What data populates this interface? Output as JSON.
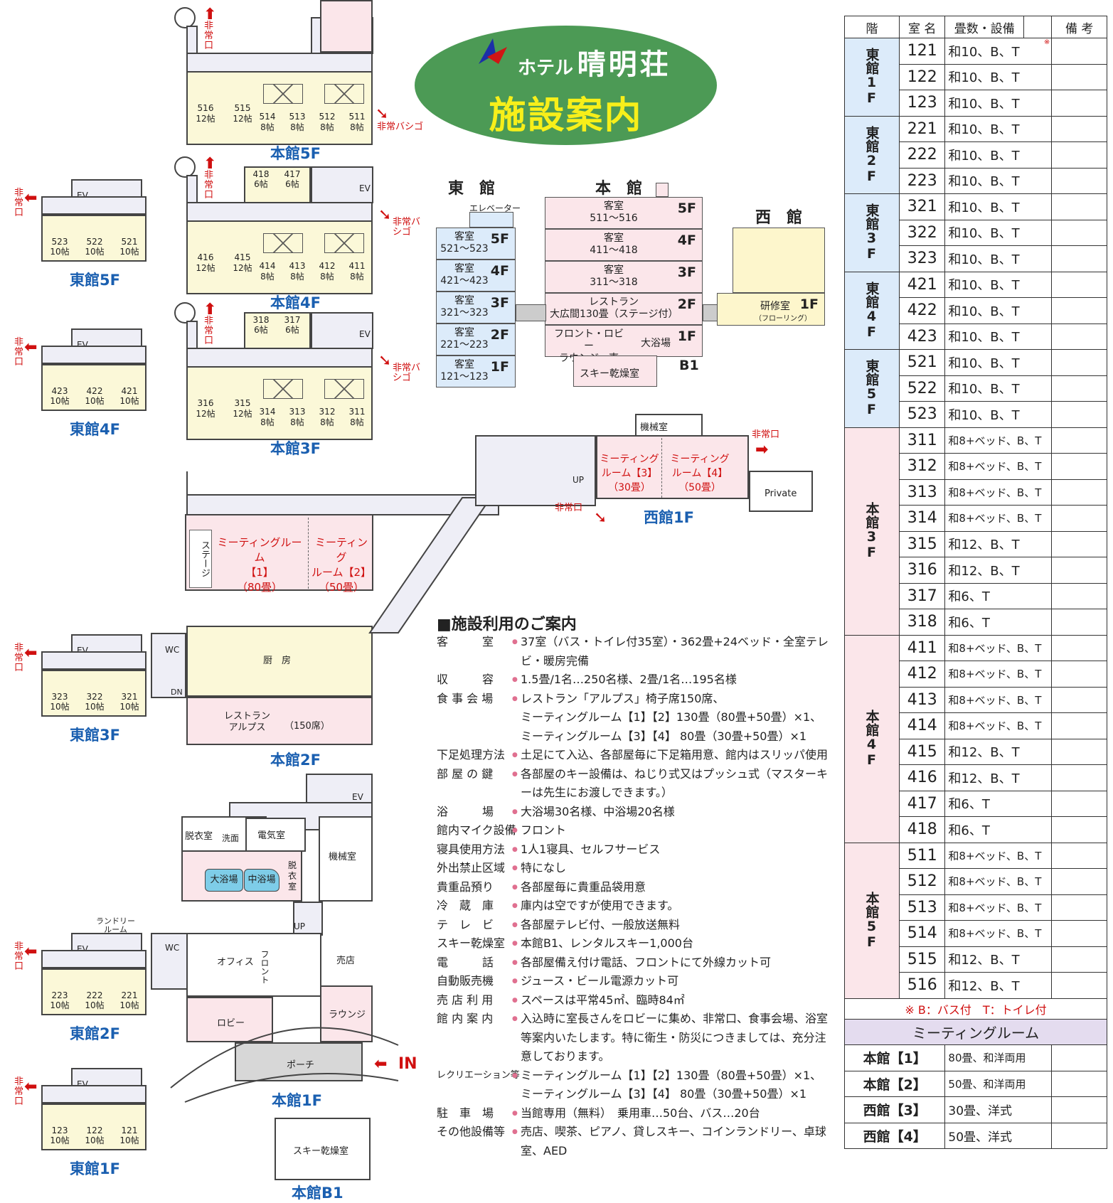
{
  "title": {
    "hotel_prefix": "ホテル",
    "hotel_name": "晴明荘",
    "subtitle": "施設案内"
  },
  "colors": {
    "title_oval": "#4c9a55",
    "east": "#dcebfa",
    "main": "#fbe6ea",
    "west": "#fdf6cc",
    "floorplan": "#fbf8d8",
    "exit": "#d01010",
    "caption": "#1a5fb0"
  },
  "east_plans": [
    {
      "caption": "東館5F",
      "rooms": [
        "523\n10帖",
        "522\n10帖",
        "521\n10帖"
      ]
    },
    {
      "caption": "東館4F",
      "rooms": [
        "423\n10帖",
        "422\n10帖",
        "421\n10帖"
      ]
    },
    {
      "caption": "東館3F",
      "rooms": [
        "323\n10帖",
        "322\n10帖",
        "321\n10帖"
      ]
    },
    {
      "caption": "東館2F",
      "rooms": [
        "223\n10帖",
        "222\n10帖",
        "221\n10帖"
      ]
    },
    {
      "caption": "東館1F",
      "rooms": [
        "123\n10帖",
        "122\n10帖",
        "121\n10帖"
      ]
    }
  ],
  "main_plans": [
    {
      "caption": "本館5F",
      "big": [
        "516\n12帖",
        "515\n12帖"
      ],
      "rooms": [
        "514\n8帖",
        "513\n8帖",
        "512\n8帖",
        "511\n8帖"
      ],
      "top": []
    },
    {
      "caption": "本館4F",
      "big": [
        "416\n12帖",
        "415\n12帖"
      ],
      "rooms": [
        "414\n8帖",
        "413\n8帖",
        "412\n8帖",
        "411\n8帖"
      ],
      "top": [
        "418\n6帖",
        "417\n6帖"
      ]
    },
    {
      "caption": "本館3F",
      "big": [
        "316\n12帖",
        "315\n12帖"
      ],
      "rooms": [
        "314\n8帖",
        "313\n8帖",
        "312\n8帖",
        "311\n8帖"
      ],
      "top": [
        "318\n6帖",
        "317\n6帖"
      ]
    }
  ],
  "plan_labels": {
    "ev": "EV",
    "exit": "非常口",
    "exit_ladder": "非常バシゴ",
    "wc": "WC",
    "up": "UP",
    "dn": "DN",
    "stage": "ステージ",
    "mr1": "ミーティングルーム\n【1】\n（80畳）",
    "mr2": "ミーティング\nルーム【2】\n（50畳）",
    "kitchen": "厨　房",
    "restaurant": "レストラン\nアルプス",
    "restaurant_seats": "（150席）",
    "main2f": "本館2F",
    "mr3": "ミーティング\nルーム【3】\n（30畳）",
    "mr4": "ミーティング\nルーム【4】\n（50畳）",
    "machine": "機械室",
    "private": "Private",
    "west1f": "西館1F",
    "laundry": "ランドリー\nルーム",
    "dressing": "脱衣室",
    "washroom": "洗面",
    "electric": "電気室",
    "machine2": "機械室",
    "dressing2": "脱\n衣\n室",
    "bath_big": "大浴場",
    "bath_mid": "中浴場",
    "office": "オフィス",
    "front": "フロント",
    "shop": "売店",
    "lobby": "ロビー",
    "lounge": "ラウンジ",
    "porch": "ポーチ",
    "in": "IN",
    "main1f": "本館1F",
    "ski": "スキー乾燥室",
    "mainb1": "本館B1"
  },
  "building": {
    "east_label": "東　館",
    "main_label": "本　館",
    "west_label": "西　館",
    "elevator": "エレベーター",
    "east": [
      {
        "floor": "5F",
        "text": "客室\n521〜523"
      },
      {
        "floor": "4F",
        "text": "客室\n421〜423"
      },
      {
        "floor": "3F",
        "text": "客室\n321〜323"
      },
      {
        "floor": "2F",
        "text": "客室\n221〜223"
      },
      {
        "floor": "1F",
        "text": "客室\n121〜123"
      }
    ],
    "main": [
      {
        "floor": "5F",
        "text": "客室\n511〜516"
      },
      {
        "floor": "4F",
        "text": "客室\n411〜418"
      },
      {
        "floor": "3F",
        "text": "客室\n311〜318"
      },
      {
        "floor": "2F",
        "text": "レストラン\n大広間130畳（ステージ付）"
      },
      {
        "floor": "1F",
        "text": "フロント・ロビー\nラウンジ・売　店",
        "extra": "大浴場"
      }
    ],
    "main_b1": {
      "floor": "B1",
      "text": "スキー乾燥室"
    },
    "west": {
      "floor": "1F",
      "text": "研修室",
      "sub": "（フローリング）"
    }
  },
  "guide": {
    "heading": "■施設利用のご案内",
    "items": [
      {
        "k": "客　　　室",
        "v": "37室（バス・トイレ付35室）・362畳+24ベッド・全室テレビ・暖房完備"
      },
      {
        "k": "収　　　容",
        "v": "1.5畳/1名…250名様、2畳/1名…195名様"
      },
      {
        "k": "食 事 会 場",
        "v": "レストラン「アルプス」椅子席150席、\nミーティングルーム【1】【2】130畳（80畳+50畳）×1、\nミーティングルーム【3】【4】 80畳（30畳+50畳）×1"
      },
      {
        "k": "下足処理方法",
        "v": "土足にて入込、各部屋毎に下足箱用意、館内はスリッパ使用"
      },
      {
        "k": "部 屋 の 鍵",
        "v": "各部屋のキー設備は、ねじり式又はプッシュ式（マスターキーは先生にお渡しできます。）"
      },
      {
        "k": "浴　　　場",
        "v": "大浴場30名様、中浴場20名様"
      },
      {
        "k": "館内マイク設備",
        "v": "フロント"
      },
      {
        "k": "寝具使用方法",
        "v": "1人1寝具、セルフサービス"
      },
      {
        "k": "外出禁止区域",
        "v": "特になし"
      },
      {
        "k": "貴重品預り",
        "v": "各部屋毎に貴重品袋用意"
      },
      {
        "k": "冷　蔵　庫",
        "v": "庫内は空ですが使用できます。"
      },
      {
        "k": "テ　レ　ビ",
        "v": "各部屋テレビ付、一般放送無料"
      },
      {
        "k": "スキー乾燥室",
        "v": "本館B1、レンタルスキー1,000台"
      },
      {
        "k": "電　　　話",
        "v": "各部屋備え付け電話、フロントにて外線カット可"
      },
      {
        "k": "自動販売機",
        "v": "ジュース・ビール電源カット可"
      },
      {
        "k": "売 店 利 用",
        "v": "スペースは平常45㎡、臨時84㎡"
      },
      {
        "k": "館 内 案 内",
        "v": "入込時に室長さんをロビーに集め、非常口、食事会場、浴室等案内いたします。特に衛生・防災につきましては、充分注意しております。"
      },
      {
        "k": "レクリエーション等",
        "v": "ミーティングルーム【1】【2】130畳（80畳+50畳）×1、\nミーティングルーム【3】【4】 80畳（30畳+50畳）×1"
      },
      {
        "k": "駐　車　場",
        "v": "当館専用（無料）　乗用車…50台、バス…20台"
      },
      {
        "k": "その他設備等",
        "v": "売店、喫茶、ピアノ、貸しスキー、コインランドリー、卓球室、AED"
      }
    ]
  },
  "table": {
    "headers": [
      "階",
      "室 名",
      "畳数・設備",
      "",
      "備 考"
    ],
    "groups": [
      {
        "floor": "東館1F",
        "color": "east",
        "rows": [
          [
            "121",
            "和10、B、T"
          ],
          [
            "122",
            "和10、B、T"
          ],
          [
            "123",
            "和10、B、T"
          ]
        ]
      },
      {
        "floor": "東館2F",
        "color": "east",
        "rows": [
          [
            "221",
            "和10、B、T"
          ],
          [
            "222",
            "和10、B、T"
          ],
          [
            "223",
            "和10、B、T"
          ]
        ]
      },
      {
        "floor": "東館3F",
        "color": "east",
        "rows": [
          [
            "321",
            "和10、B、T"
          ],
          [
            "322",
            "和10、B、T"
          ],
          [
            "323",
            "和10、B、T"
          ]
        ]
      },
      {
        "floor": "東館4F",
        "color": "east",
        "rows": [
          [
            "421",
            "和10、B、T"
          ],
          [
            "422",
            "和10、B、T"
          ],
          [
            "423",
            "和10、B、T"
          ]
        ]
      },
      {
        "floor": "東館5F",
        "color": "east",
        "rows": [
          [
            "521",
            "和10、B、T"
          ],
          [
            "522",
            "和10、B、T"
          ],
          [
            "523",
            "和10、B、T"
          ]
        ]
      },
      {
        "floor": "本館3F",
        "color": "main",
        "rows": [
          [
            "311",
            "和8+ベッド、B、T"
          ],
          [
            "312",
            "和8+ベッド、B、T"
          ],
          [
            "313",
            "和8+ベッド、B、T"
          ],
          [
            "314",
            "和8+ベッド、B、T"
          ],
          [
            "315",
            "和12、B、T"
          ],
          [
            "316",
            "和12、B、T"
          ],
          [
            "317",
            "和6、T"
          ],
          [
            "318",
            "和6、T"
          ]
        ]
      },
      {
        "floor": "本館4F",
        "color": "main",
        "rows": [
          [
            "411",
            "和8+ベッド、B、T"
          ],
          [
            "412",
            "和8+ベッド、B、T"
          ],
          [
            "413",
            "和8+ベッド、B、T"
          ],
          [
            "414",
            "和8+ベッド、B、T"
          ],
          [
            "415",
            "和12、B、T"
          ],
          [
            "416",
            "和12、B、T"
          ],
          [
            "417",
            "和6、T"
          ],
          [
            "418",
            "和6、T"
          ]
        ]
      },
      {
        "floor": "本館5F",
        "color": "main",
        "rows": [
          [
            "511",
            "和8+ベッド、B、T"
          ],
          [
            "512",
            "和8+ベッド、B、T"
          ],
          [
            "513",
            "和8+ベッド、B、T"
          ],
          [
            "514",
            "和8+ベッド、B、T"
          ],
          [
            "515",
            "和12、B、T"
          ],
          [
            "516",
            "和12、B、T"
          ]
        ]
      }
    ],
    "mark": "※",
    "note": "※ B：バス付　T：トイレ付",
    "meeting_title": "ミーティングルーム",
    "meeting": [
      [
        "本館【1】",
        "80畳、和洋両用"
      ],
      [
        "本館【2】",
        "50畳、和洋両用"
      ],
      [
        "西館【3】",
        "30畳、洋式"
      ],
      [
        "西館【4】",
        "50畳、洋式"
      ]
    ]
  }
}
